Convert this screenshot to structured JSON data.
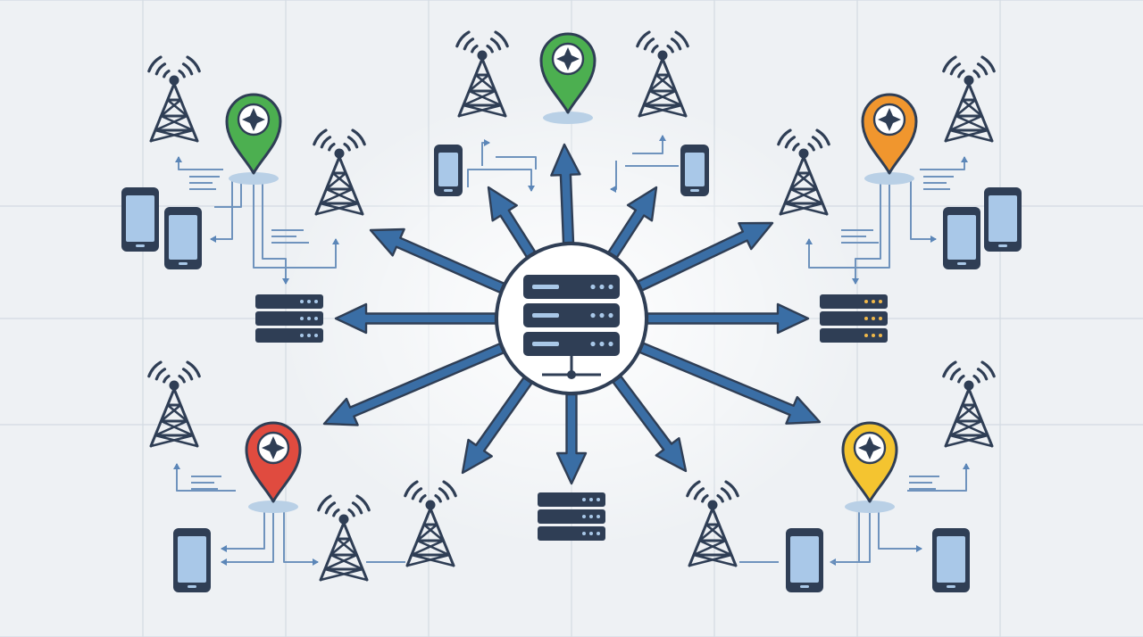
{
  "colors": {
    "background": "#eef1f4",
    "grid": "#d3dae2",
    "ink": "#2f3e55",
    "arrow": "#3a6ea5",
    "screen": "#a9c8e8",
    "pin_green": "#4caf50",
    "pin_orange": "#f0962e",
    "pin_red": "#e04b3f",
    "pin_yellow": "#f4c430",
    "pin_shadow": "#b9d0e6"
  },
  "icons": {
    "hub": "central-server-icon",
    "server": "server-rack-icon",
    "tower": "cell-tower-icon",
    "phone": "smartphone-icon",
    "pin": "location-pin-icon",
    "arrow": "arrow-icon"
  },
  "location_pins": [
    {
      "name": "location-pin-green-upper-left",
      "color": "pin_green"
    },
    {
      "name": "location-pin-green-top",
      "color": "pin_green"
    },
    {
      "name": "location-pin-orange",
      "color": "pin_orange"
    },
    {
      "name": "location-pin-red",
      "color": "pin_red"
    },
    {
      "name": "location-pin-yellow",
      "color": "pin_yellow"
    }
  ]
}
